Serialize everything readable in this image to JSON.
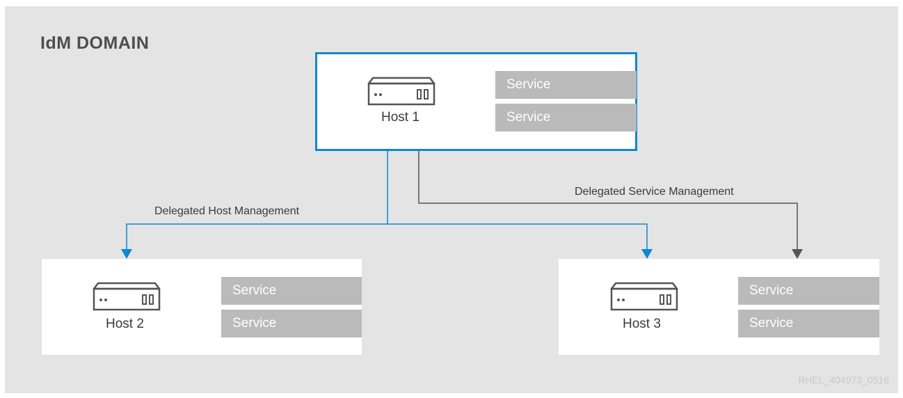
{
  "title": "IdM DOMAIN",
  "hosts": [
    {
      "label": "Host 1",
      "services": [
        "Service",
        "Service"
      ]
    },
    {
      "label": "Host 2",
      "services": [
        "Service",
        "Service"
      ]
    },
    {
      "label": "Host 3",
      "services": [
        "Service",
        "Service"
      ]
    }
  ],
  "edges": {
    "host_management": "Delegated Host Management",
    "service_management": "Delegated Service Management"
  },
  "colors": {
    "host_management_line": "#0c88d2",
    "service_management_line": "#555555",
    "service_block": "#bababa",
    "background": "#e4e4e4"
  },
  "watermark": "RHEL_404973_0516"
}
